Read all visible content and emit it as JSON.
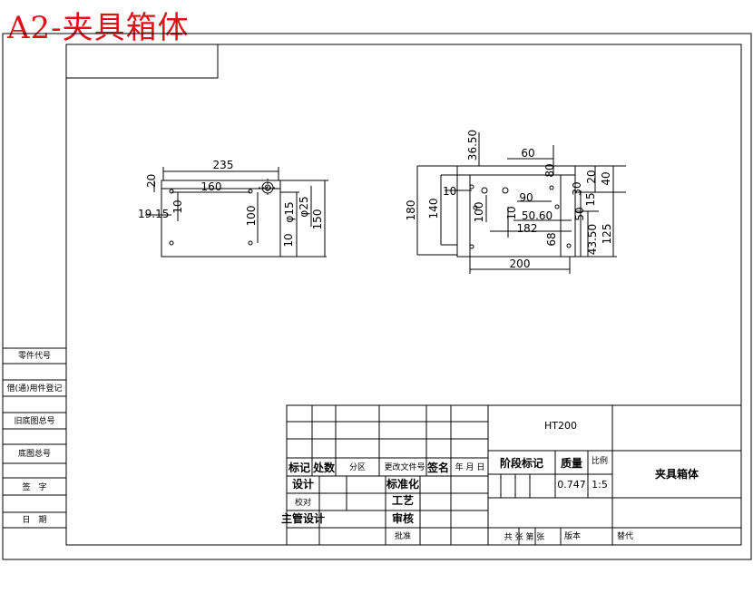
{
  "title": "A2-夹具箱体",
  "left_strip": [
    "零件代号",
    "借(通)用件登记",
    "旧底图总号",
    "底图总号",
    "签　字",
    "日　期"
  ],
  "dims_left": {
    "d235": "235",
    "d20": "20",
    "d160": "160",
    "d19_15": "19.15",
    "d10": "10",
    "d100": "100",
    "d10b": "10",
    "d_phi15": "φ15",
    "d_phi25": "φ25",
    "d150": "150"
  },
  "dims_right": {
    "d36_50": "36.50",
    "d60": "60",
    "d80": "80",
    "d20": "20",
    "d40": "40",
    "d10": "10",
    "d180": "180",
    "d140": "140",
    "d90": "90",
    "d50_60": "50.60",
    "d182": "182",
    "d100": "100",
    "d68": "68",
    "d43_50": "43.50",
    "d125": "125",
    "d200": "200",
    "d15": "15",
    "d50": "50",
    "d30": "30",
    "d10b": "10"
  },
  "title_block": {
    "material": "HT200",
    "part_name": "夹具箱体",
    "mark": "标记",
    "count": "处数",
    "zone": "分区",
    "change_doc": "更改文件号",
    "sign": "签名",
    "date": "年 月 日",
    "design": "设计",
    "standardize": "标准化",
    "proofread": "校对",
    "process": "工艺",
    "chief_design": "主管设计",
    "review": "审核",
    "approve": "批准",
    "stage_mark": "阶段标记",
    "mass": "质量",
    "scale": "比例",
    "mass_value": "0.747",
    "scale_value": "1:5",
    "sheets": "共 张 第 张",
    "version": "版本",
    "replace": "替代"
  }
}
